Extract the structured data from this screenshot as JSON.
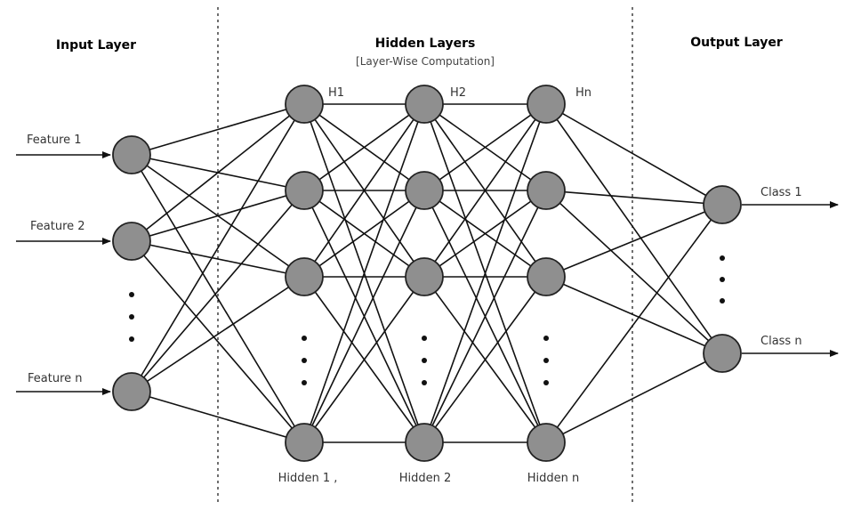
{
  "headers": {
    "input": "Input Layer",
    "hidden": "Hidden Layers",
    "hidden_sub": "[Layer-Wise Computation]",
    "output": "Output Layer"
  },
  "inputs": [
    "Feature 1",
    "Feature 2",
    "Feature n"
  ],
  "hidden_tops": [
    "H1",
    "H2",
    "Hn"
  ],
  "hidden_bottoms": [
    "Hidden 1 ,",
    "Hidden 2",
    "Hidden n"
  ],
  "outputs": [
    "Class 1",
    "Class n"
  ],
  "colors": {
    "node_fill": "#8f8f8f",
    "stroke": "#111111"
  }
}
